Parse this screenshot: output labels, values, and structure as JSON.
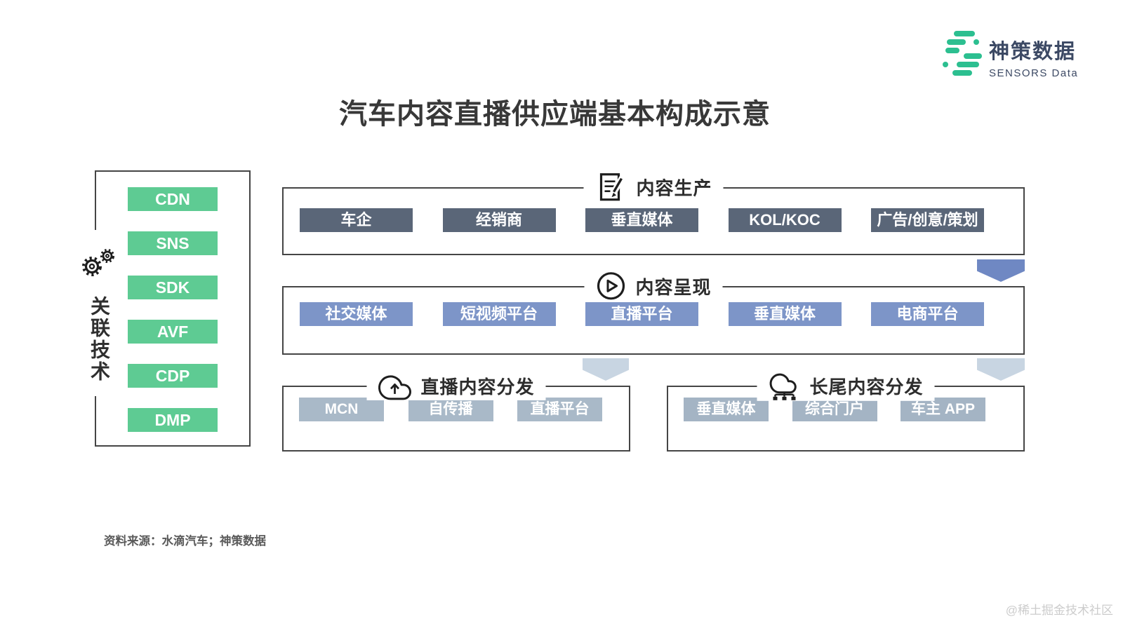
{
  "page": {
    "title": "汽车内容直播供应端基本构成示意",
    "source_note": "资料来源：水滴汽车；神策数据",
    "watermark": "@稀土掘金技术社区"
  },
  "logo": {
    "name_cn": "神策数据",
    "name_en": "SENSORS Data",
    "brand_color": "#2cbf90",
    "text_color": "#3c4964"
  },
  "sidebar": {
    "label": "关联技术",
    "icon": "gears-icon",
    "item_color": "#5ecb93",
    "items": [
      "CDN",
      "SNS",
      "SDK",
      "AVF",
      "CDP",
      "DMP"
    ]
  },
  "sections": {
    "production": {
      "title": "内容生产",
      "icon": "document-pencil-icon",
      "item_color": "#5a6678",
      "items": [
        "车企",
        "经销商",
        "垂直媒体",
        "KOL/KOC",
        "广告/创意/策划"
      ]
    },
    "presentation": {
      "title": "内容呈现",
      "icon": "play-circle-icon",
      "item_color": "#7d95c8",
      "items": [
        "社交媒体",
        "短视频平台",
        "直播平台",
        "垂直媒体",
        "电商平台"
      ]
    },
    "live_distribution": {
      "title": "直播内容分发",
      "icon": "cloud-upload-icon",
      "item_color": "#a9b9c8",
      "items": [
        "MCN",
        "自传播",
        "直播平台"
      ]
    },
    "longtail_distribution": {
      "title": "长尾内容分发",
      "icon": "cloud-network-icon",
      "item_color": "#a4b4c4",
      "items": [
        "垂直媒体",
        "综合门户",
        "车主 APP"
      ]
    }
  },
  "arrows": {
    "primary_color": "#6f88c3",
    "secondary_color": "#c8d5e2"
  }
}
